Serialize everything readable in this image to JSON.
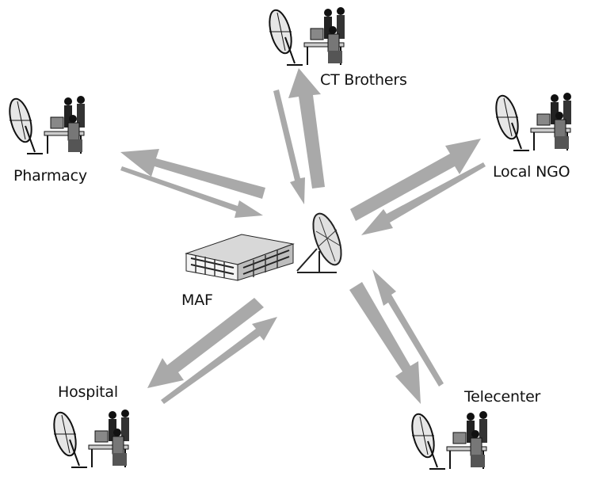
{
  "hub": {
    "label": "MAF"
  },
  "nodes": {
    "ct_brothers": {
      "label": "CT Brothers"
    },
    "pharmacy": {
      "label": "Pharmacy"
    },
    "local_ngo": {
      "label": "Local NGO"
    },
    "hospital": {
      "label": "Hospital"
    },
    "telecenter": {
      "label": "Telecenter"
    }
  },
  "colors": {
    "arrow": "#a9a9a9",
    "ink": "#1a1a1a",
    "shade": "#6e6e6e"
  }
}
